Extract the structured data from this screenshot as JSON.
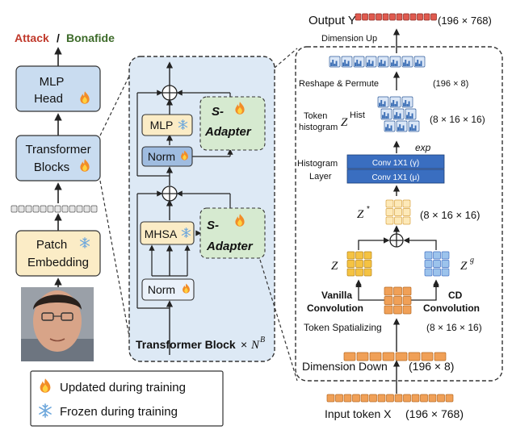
{
  "header": {
    "attack": "Attack",
    "slash": "/",
    "bonafide": "Bonafide"
  },
  "left_column": {
    "mlp_head": [
      "MLP",
      "Head"
    ],
    "transformer_blocks": [
      "Transformer",
      "Blocks"
    ],
    "patch_embedding": [
      "Patch",
      "Embedding"
    ]
  },
  "middle": {
    "mlp": "MLP",
    "norm_top": "Norm",
    "mhsa": "MHSA",
    "norm_bottom": "Norm",
    "s_adapter_top": [
      "S-",
      "Adapter"
    ],
    "s_adapter_bottom": [
      "S-",
      "Adapter"
    ],
    "transformer_block_caption": "Transformer Block",
    "times": "×",
    "nb_base": "N",
    "nb_sup": "B"
  },
  "right": {
    "output_label": "Output Y",
    "output_dim": "(196 × 768)",
    "dimension_up": "Dimension Up",
    "reshape_permute": "Reshape & Permute",
    "reshape_dim": "(196 × 8)",
    "token_histogram": [
      "Token",
      "histogram"
    ],
    "z_hist": "Z",
    "z_hist_sup": "Hist",
    "hist_dim": "(8 × 16 × 16)",
    "exp": "exp",
    "histogram_layer": [
      "Histogram",
      "Layer"
    ],
    "conv_gamma": "Conv 1X1 (γ)",
    "conv_mu": "Conv 1X1 (μ)",
    "z_star": "Z",
    "z_star_sup": "*",
    "z_star_dim": "(8 × 16 × 16)",
    "z": "Z",
    "z_g": "Z",
    "z_g_sup": "g",
    "vanilla_conv": [
      "Vanilla",
      "Convolution"
    ],
    "cd_conv": [
      "CD",
      "Convolution"
    ],
    "token_spatializing": "Token Spatializing",
    "spatial_dim": "(8 × 16 × 16)",
    "dimension_down": "Dimension Down",
    "down_dim": "(196 × 8)",
    "input_token": "Input token X",
    "input_dim": "(196 × 768)"
  },
  "legend": {
    "updated": "Updated during training",
    "frozen": "Frozen during training"
  },
  "colors": {
    "attack": "#c0392b",
    "bonafide": "#3d6b2a",
    "blue_box": "#c9dcf0",
    "yellow_box": "#fbecc6",
    "green_box": "#d6ead0",
    "panel_bg": "#dde9f5",
    "token_orange": "#f0a057",
    "token_red": "#e05a4f",
    "conv_blue": "#4472c4",
    "hist_blue": "#3c6fb5",
    "z_yellow": "#f5c342"
  }
}
